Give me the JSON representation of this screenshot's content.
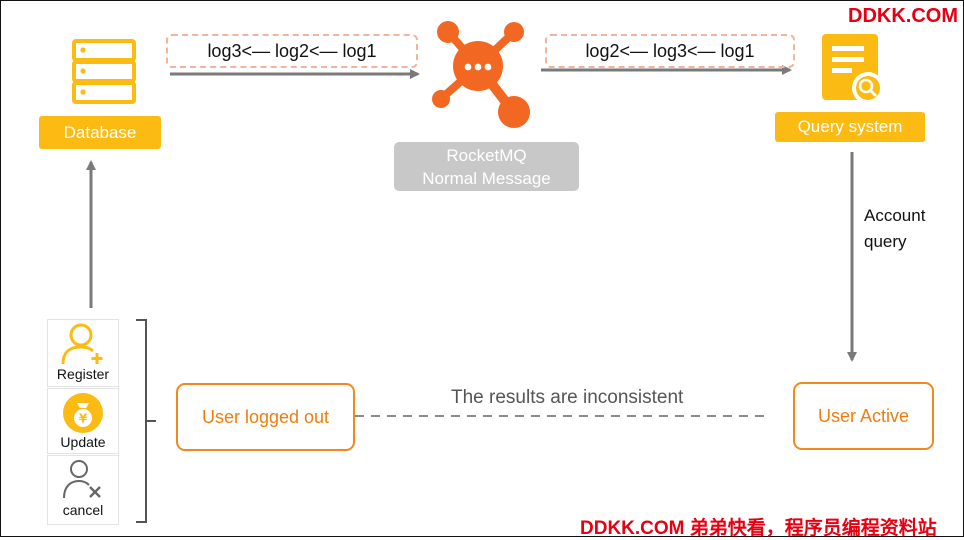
{
  "watermark_top": "DDKK.COM",
  "watermark_bottom": "DDKK.COM 弟弟快看，程序员编程资料站",
  "database": {
    "label": "Database"
  },
  "rocketmq": {
    "line1": "RocketMQ",
    "line2": "Normal Message"
  },
  "query_system": {
    "label": "Query system"
  },
  "messages": {
    "left": "log3<— log2<— log1",
    "right": "log2<— log3<— log1"
  },
  "account_query": {
    "line1": "Account",
    "line2": "query"
  },
  "actions": [
    {
      "label": "Register",
      "icon": "user-plus-icon"
    },
    {
      "label": "Update",
      "icon": "money-bag-icon"
    },
    {
      "label": "cancel",
      "icon": "user-cancel-icon"
    }
  ],
  "status": {
    "logged_out": "User logged out",
    "active": "User Active",
    "inconsistent": "The results are inconsistent"
  },
  "colors": {
    "yellow": "#fbbb12",
    "orange": "#f08a1e",
    "grey_pill": "#c8c8c8",
    "arrow": "#7a7a7a",
    "watermark": "#e60012"
  }
}
